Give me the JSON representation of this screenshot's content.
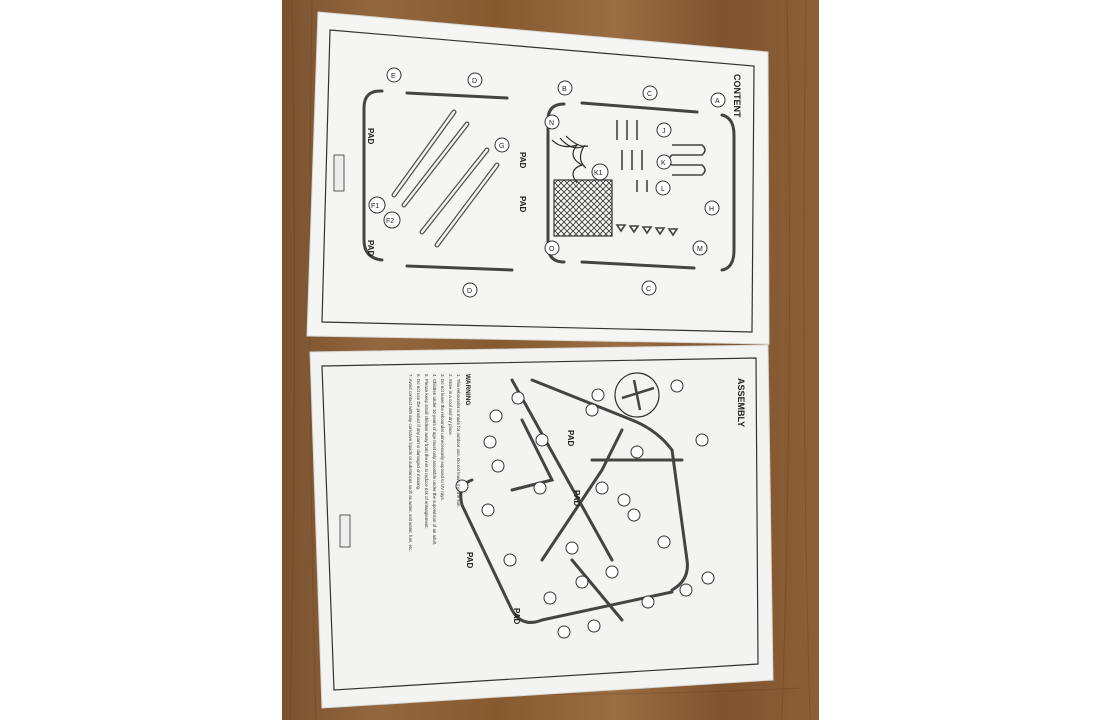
{
  "sheet_top": {
    "heading": "CONTENT",
    "pad_labels": [
      "PAD",
      "PAD",
      "PAD",
      "PAD"
    ],
    "part_letters": [
      "A",
      "B",
      "C",
      "C",
      "D",
      "D",
      "E",
      "F1",
      "F2",
      "G",
      "H",
      "J",
      "K",
      "K1",
      "L",
      "M",
      "N",
      "O"
    ]
  },
  "sheet_bottom": {
    "heading": "ASSEMBLY",
    "pad_labels": [
      "PAD",
      "PAD",
      "PAD",
      "PAD"
    ],
    "warning_title": "WARNING",
    "warnings": [
      "1.  This rebounder is made for outdoor use. Do not leave it in the sun.",
      "2.  Store in a cool and dry place.",
      "3.  Do not leave the rebounder unnecessarily exposed to UV rays.",
      "4.  Children under 10 years of age must only assemble under the supervision of an adult.",
      "5.  Please keep small children away from the net to reduce risk of entanglement.",
      "6.  Do not use the product if any part is damaged or missing.",
      "7.  Avoid contact with any corrosive liquids or substances such as water, salt water, fuel, etc."
    ]
  },
  "colors": {
    "paper": "#f4f4f2",
    "ink": "#2b2b2b",
    "wood": "#8a5d34"
  }
}
